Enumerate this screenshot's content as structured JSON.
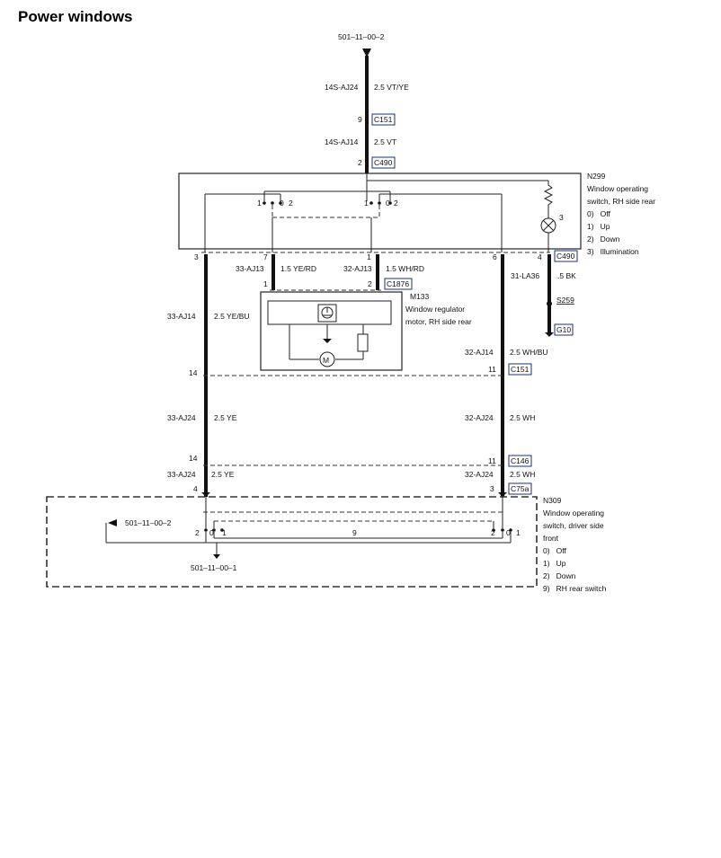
{
  "title": "Power windows",
  "references": {
    "top": "501–11–00–2",
    "left": "501–11–00–2",
    "bottom": "501–11–00–1"
  },
  "feed_wires": [
    {
      "code": "14S-AJ24",
      "spec": "2.5 VT/YE"
    },
    {
      "code": "14S-AJ14",
      "spec": "2.5 VT"
    }
  ],
  "connectors": {
    "c151_top": {
      "name": "C151",
      "pin": "9"
    },
    "c490_top": {
      "name": "C490",
      "pin": "2"
    },
    "c490_right": {
      "name": "C490",
      "pin": "4"
    },
    "c1876": {
      "name": "C1876",
      "pin_left": "1",
      "pin_right": "2"
    },
    "c151_mid": {
      "name": "C151",
      "pin_left": "14",
      "pin_right": "11"
    },
    "c146": {
      "name": "C146",
      "pin_left": "14",
      "pin_right": "11"
    },
    "c75a": {
      "name": "C75a",
      "pin_left": "4",
      "pin_right": "3"
    },
    "s259": {
      "name": "S259"
    },
    "g10": {
      "name": "G10"
    }
  },
  "pins": {
    "n299_left": "3",
    "n299_m1": "7",
    "n299_m2": "1",
    "n299_right": "6",
    "bulb": "3",
    "sw_left": [
      "1",
      "0",
      "2"
    ],
    "sw_right": [
      "1",
      "0",
      "2"
    ],
    "drv_left": [
      "2",
      "0",
      "1"
    ],
    "drv_right": [
      "2",
      "0",
      "1"
    ],
    "drv_mid": "9"
  },
  "wires": {
    "aj13_left": {
      "code": "33-AJ13",
      "spec": "1.5 YE/RD"
    },
    "aj13_right": {
      "code": "32-AJ13",
      "spec": "1.5 WH/RD"
    },
    "la36": {
      "code": "31-LA36",
      "spec": ".5 BK"
    },
    "aj14_left": {
      "code": "33-AJ14",
      "spec": "2.5 YE/BU"
    },
    "aj14_right": {
      "code": "32-AJ14",
      "spec": "2.5 WH/BU"
    },
    "aj24_left": {
      "code": "33-AJ24",
      "spec": "2.5 YE"
    },
    "aj24_right": {
      "code": "32-AJ24",
      "spec": "2.5 WH"
    },
    "aj24_left2": {
      "code": "33-AJ24",
      "spec": "2.5 YE"
    },
    "aj24_right2": {
      "code": "32-AJ24",
      "spec": "2.5 WH"
    }
  },
  "components": {
    "n299": {
      "id": "N299",
      "name_line1": "Window operating",
      "name_line2": "switch, RH side rear",
      "legend": [
        "0)   Off",
        "1)   Up",
        "2)   Down",
        "3)   Illumination"
      ]
    },
    "m133": {
      "id": "M133",
      "name_line1": "Window regulator",
      "name_line2": "motor, RH side rear",
      "motor_symbol": "M"
    },
    "n309": {
      "id": "N309",
      "name_line1": "Window operating",
      "name_line2": "switch, driver side",
      "name_line3": "front",
      "legend": [
        "0)   Off",
        "1)   Up",
        "2)   Down",
        "9)   RH rear switch"
      ]
    }
  }
}
